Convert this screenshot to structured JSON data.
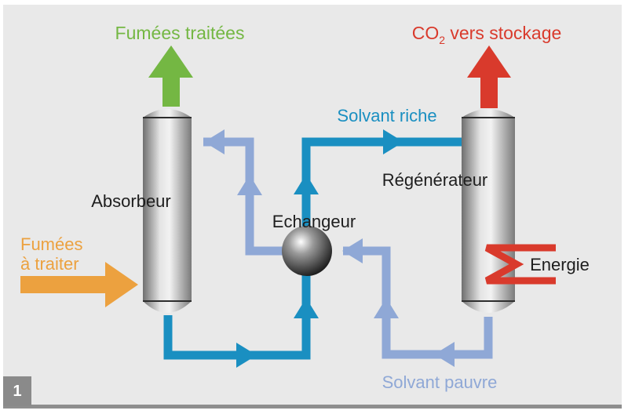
{
  "labels": {
    "fumees_traitees": "Fumées traitées",
    "co2_prefix": "CO",
    "co2_subscript": "2",
    "co2_suffix": " vers stockage",
    "solvant_riche": "Solvant riche",
    "regenerateur": "Régénérateur",
    "absorbeur": "Absorbeur",
    "echangeur": "Echangeur",
    "fumees_line1": "Fumées",
    "fumees_line2": "à traiter",
    "energie": "Energie",
    "solvant_pauvre": "Solvant pauvre"
  },
  "figure_number": "1",
  "colors": {
    "treated_flue_gas": "#74b743",
    "co2": "#d93a2c",
    "rich_solvent": "#1a8fc1",
    "lean_solvent": "#8fa8d6",
    "flue_gas_in": "#eca13f",
    "energy": "#d93a2c",
    "background": "#e9e9e9"
  }
}
